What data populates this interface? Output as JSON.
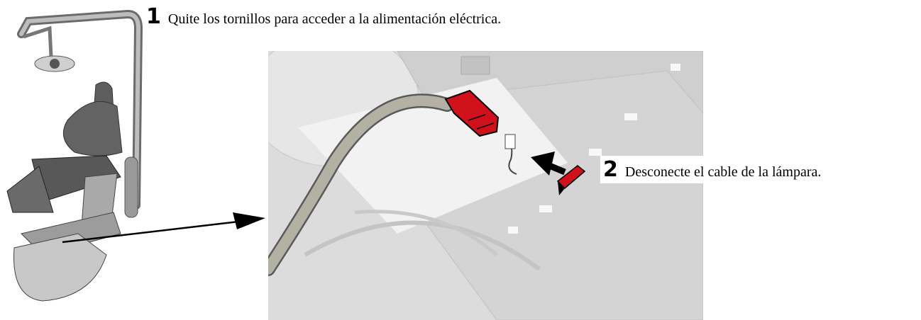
{
  "steps": [
    {
      "number": "1",
      "text": "Quite los tornillos para acceder a la alimentación eléctrica."
    },
    {
      "number": "2",
      "text": "Desconecte el cable de la lámpara."
    }
  ],
  "colors": {
    "connector": "#d0111b",
    "cable": "#b3b0a4",
    "detail_bg": "#dcdcdc"
  }
}
